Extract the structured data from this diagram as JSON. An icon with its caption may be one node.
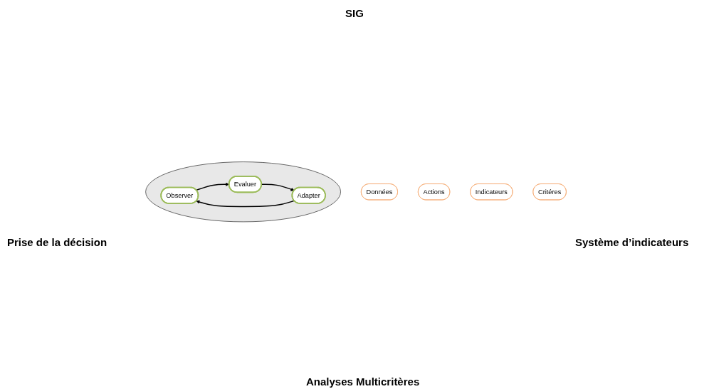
{
  "diagram": {
    "nodes": [
      {
        "text": [
          "Données"
        ]
      },
      {
        "text": [],
        "shape": "ellipse"
      },
      {
        "text": [
          "Observer"
        ],
        "in": 1
      },
      {
        "text": [
          "Adapter"
        ],
        "in": 1
      },
      {
        "text": [
          "Evaluer"
        ],
        "in": 1
      },
      {
        "text": [
          "Actions"
        ]
      },
      {
        "text": [
          "Indicateurs"
        ]
      },
      {
        "text": [
          "Critéres"
        ]
      }
    ],
    "edges": [
      {
        "from": 3,
        "to": 2,
        "arrow": "to"
      },
      {
        "from": 2,
        "to": 4,
        "arrow": "to"
      },
      {
        "from": 4,
        "to": 3,
        "arrow": "to"
      }
    ],
    "labels": [
      "SIG",
      "Prise de la décision",
      "Système d’indicateurs",
      "Analyses Multicritères"
    ]
  }
}
